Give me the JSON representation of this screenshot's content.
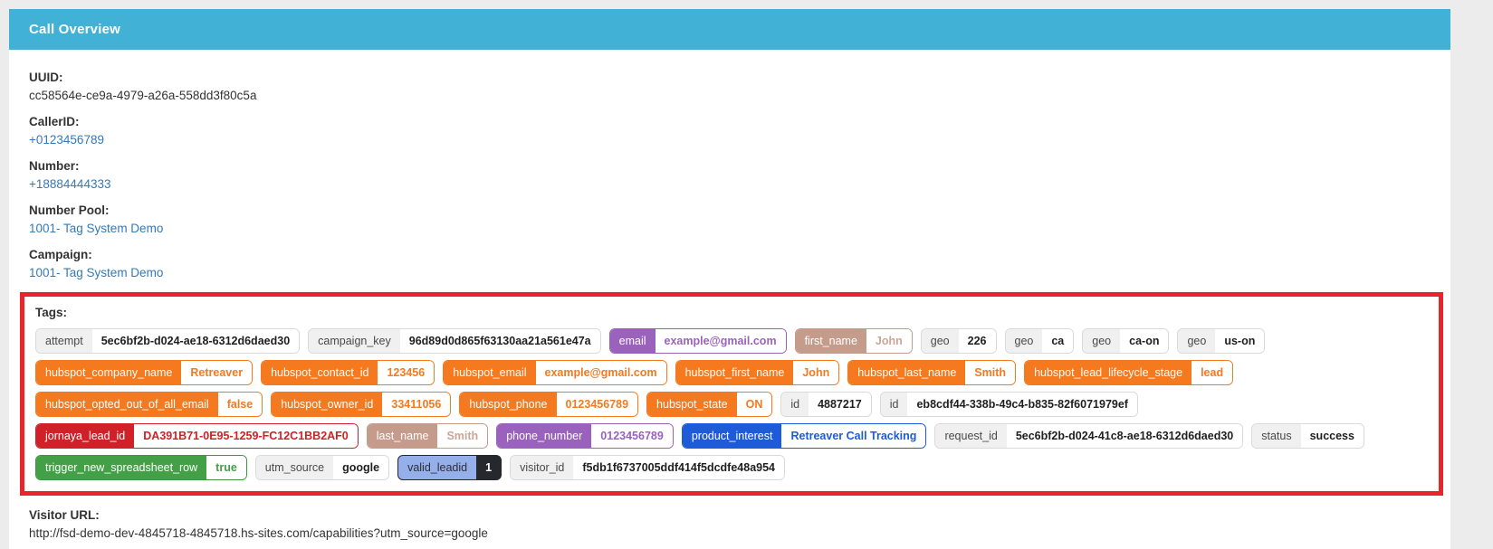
{
  "header": {
    "title": "Call Overview"
  },
  "fields": [
    {
      "name": "uuid",
      "label": "UUID:",
      "value": "cc58564e-ce9a-4979-a26a-558dd3f80c5a",
      "type": "text"
    },
    {
      "name": "caller-id",
      "label": "CallerID:",
      "value": "+0123456789",
      "type": "link"
    },
    {
      "name": "number",
      "label": "Number:",
      "value": "+18884444333",
      "type": "link"
    },
    {
      "name": "number-pool",
      "label": "Number Pool:",
      "value": "1001- Tag System Demo",
      "type": "link"
    },
    {
      "name": "campaign",
      "label": "Campaign:",
      "value": "1001- Tag System Demo",
      "type": "link"
    }
  ],
  "tags": {
    "label": "Tags:",
    "items": [
      {
        "key": "attempt",
        "value": "5ec6bf2b-d024-ae18-6312d6daed30",
        "color": "gray"
      },
      {
        "key": "campaign_key",
        "value": "96d89d0d865f63130aa21a561e47a",
        "color": "gray"
      },
      {
        "key": "email",
        "value": "example@gmail.com",
        "color": "purple"
      },
      {
        "key": "first_name",
        "value": "John",
        "color": "tan"
      },
      {
        "key": "geo",
        "value": "226",
        "color": "gray"
      },
      {
        "key": "geo",
        "value": "ca",
        "color": "gray"
      },
      {
        "key": "geo",
        "value": "ca-on",
        "color": "gray"
      },
      {
        "key": "geo",
        "value": "us-on",
        "color": "gray"
      },
      {
        "key": "hubspot_company_name",
        "value": "Retreaver",
        "color": "orange"
      },
      {
        "key": "hubspot_contact_id",
        "value": "123456",
        "color": "orange"
      },
      {
        "key": "hubspot_email",
        "value": "example@gmail.com",
        "color": "orange"
      },
      {
        "key": "hubspot_first_name",
        "value": "John",
        "color": "orange"
      },
      {
        "key": "hubspot_last_name",
        "value": "Smith",
        "color": "orange"
      },
      {
        "key": "hubspot_lead_lifecycle_stage",
        "value": "lead",
        "color": "orange"
      },
      {
        "key": "hubspot_opted_out_of_all_email",
        "value": "false",
        "color": "orange"
      },
      {
        "key": "hubspot_owner_id",
        "value": "33411056",
        "color": "orange"
      },
      {
        "key": "hubspot_phone",
        "value": "0123456789",
        "color": "orange"
      },
      {
        "key": "hubspot_state",
        "value": "ON",
        "color": "orange"
      },
      {
        "key": "id",
        "value": "4887217",
        "color": "gray"
      },
      {
        "key": "id",
        "value": "eb8cdf44-338b-49c4-b835-82f6071979ef",
        "color": "gray"
      },
      {
        "key": "jornaya_lead_id",
        "value": "DA391B71-0E95-1259-FC12C1BB2AF0",
        "color": "red"
      },
      {
        "key": "last_name",
        "value": "Smith",
        "color": "tan"
      },
      {
        "key": "phone_number",
        "value": "0123456789",
        "color": "purple"
      },
      {
        "key": "product_interest",
        "value": "Retreaver Call Tracking",
        "color": "blue"
      },
      {
        "key": "request_id",
        "value": "5ec6bf2b-d024-41c8-ae18-6312d6daed30",
        "color": "gray"
      },
      {
        "key": "status",
        "value": "success",
        "color": "gray"
      },
      {
        "key": "trigger_new_spreadsheet_row",
        "value": "true",
        "color": "green"
      },
      {
        "key": "utm_source",
        "value": "google",
        "color": "gray"
      },
      {
        "key": "valid_leadid",
        "value": "1",
        "color": "dark"
      },
      {
        "key": "visitor_id",
        "value": "f5db1f6737005ddf414f5dcdfe48a954",
        "color": "gray"
      }
    ]
  },
  "visitor_url": {
    "label": "Visitor URL:",
    "value": "http://fsd-demo-dev-4845718-4845718.hs-sites.com/capabilities?utm_source=google"
  },
  "colors": {
    "header_bg": "#41b1d6",
    "link": "#337ab7",
    "highlight_border": "#e8252a",
    "palette": {
      "gray": {
        "label_bg": "#f0f0f0",
        "label_fg": "#494949",
        "value_fg": "#1f1f1f",
        "value_bg": "#ffffff",
        "border": "#d9d9d9"
      },
      "orange": {
        "label_bg": "#f5791e",
        "label_fg": "#ffffff",
        "value_fg": "#f5791e",
        "value_bg": "#ffffff",
        "border": "#f5791e"
      },
      "purple": {
        "label_bg": "#9b62bd",
        "label_fg": "#ffffff",
        "value_fg": "#9b62bd",
        "value_bg": "#ffffff",
        "border": "#9b62bd"
      },
      "tan": {
        "label_bg": "#c59c8c",
        "label_fg": "#ffffff",
        "value_fg": "#cba698",
        "value_bg": "#ffffff",
        "border": "#c59c8c"
      },
      "red": {
        "label_bg": "#cf2127",
        "label_fg": "#ffffff",
        "value_fg": "#cf2127",
        "value_bg": "#ffffff",
        "border": "#cf2127"
      },
      "blue": {
        "label_bg": "#1d5bd8",
        "label_fg": "#ffffff",
        "value_fg": "#1d5bd8",
        "value_bg": "#ffffff",
        "border": "#1d5bd8"
      },
      "green": {
        "label_bg": "#43a047",
        "label_fg": "#ffffff",
        "value_fg": "#43a047",
        "value_bg": "#ffffff",
        "border": "#3d9441"
      },
      "dark": {
        "label_bg": "#94afe9",
        "label_fg": "#2f2f36",
        "value_fg": "#ffffff",
        "value_bg": "#27282e",
        "border": "#27282e"
      }
    }
  }
}
